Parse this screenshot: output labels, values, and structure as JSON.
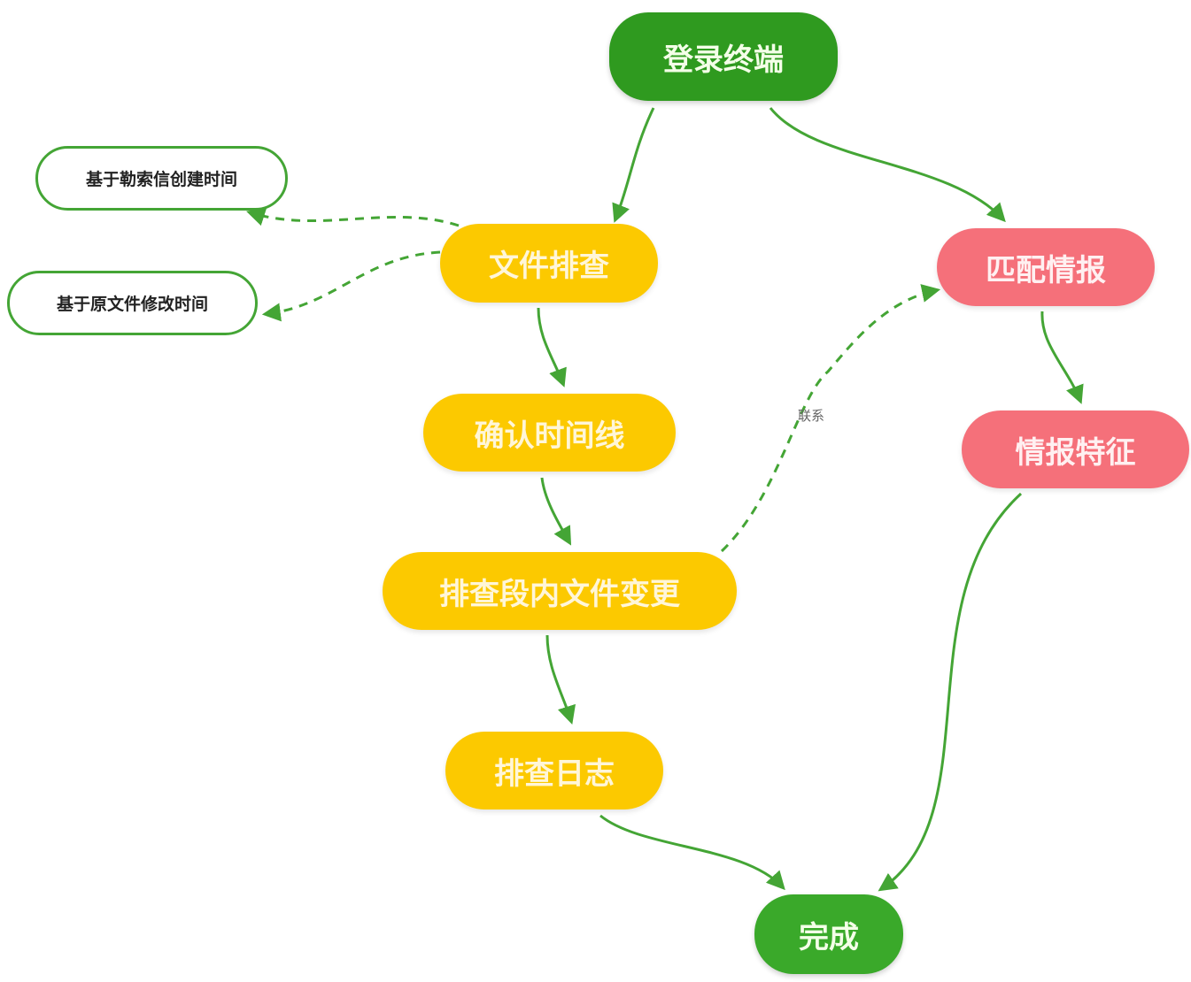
{
  "nodes": {
    "start": "登录终端",
    "file_check": "文件排查",
    "confirm_timeline": "确认时间线",
    "check_changes": "排查段内文件变更",
    "check_logs": "排查日志",
    "match_intel": "匹配情报",
    "intel_features": "情报特征",
    "done": "完成",
    "note_ransom_time": "基于勒索信创建时间",
    "note_original_time": "基于原文件修改时间"
  },
  "edge_labels": {
    "link": "联系"
  },
  "colors": {
    "start": "#2f9a1f",
    "process": "#fcc900",
    "intel": "#f5707a",
    "done": "#3aa92a",
    "edge": "#44a535"
  }
}
